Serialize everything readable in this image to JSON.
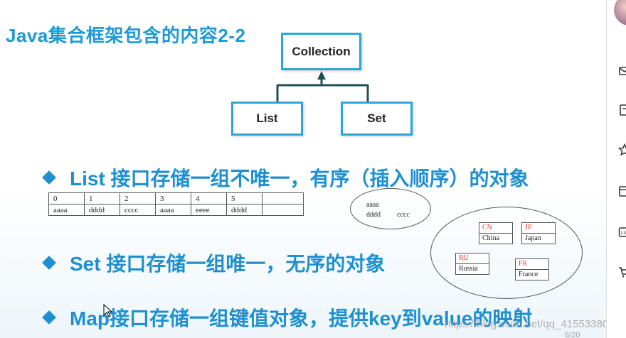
{
  "slide": {
    "title": "Java集合框架包含的内容2-2",
    "diagram": {
      "root": "Collection",
      "children": [
        "List",
        "Set"
      ]
    },
    "bullets": [
      "List 接口存储一组不唯一，有序（插入顺序）的对象",
      "Set 接口存储一组唯一，无序的对象",
      "Map接口存储一组键值对象，提供key到value的映射"
    ],
    "list_table": {
      "indexes": [
        "0",
        "1",
        "2",
        "3",
        "4",
        "5",
        ""
      ],
      "values": [
        "aaaa",
        "dddd",
        "cccc",
        "aaaa",
        "eeee",
        "dddd",
        ""
      ]
    },
    "set_items": [
      "aaaa",
      "dddd",
      "cccc"
    ],
    "map_entries": [
      {
        "key": "CN",
        "value": "China"
      },
      {
        "key": "JP",
        "value": "Japan"
      },
      {
        "key": "RU",
        "value": "Russia"
      },
      {
        "key": "FR",
        "value": "France"
      }
    ],
    "page_number": "6/20",
    "watermark": "https://blog.csdn.net/qq_41553380"
  },
  "sidebar": {
    "icons": [
      "avatar-icon",
      "message-icon",
      "document-icon",
      "star-icon",
      "calendar-icon",
      "live-icon",
      "cart-icon"
    ]
  },
  "colors": {
    "accent": "#1e8fd0",
    "box_border": "#2aa6dc",
    "connector": "#1f4f52",
    "map_key": "#e53935"
  }
}
